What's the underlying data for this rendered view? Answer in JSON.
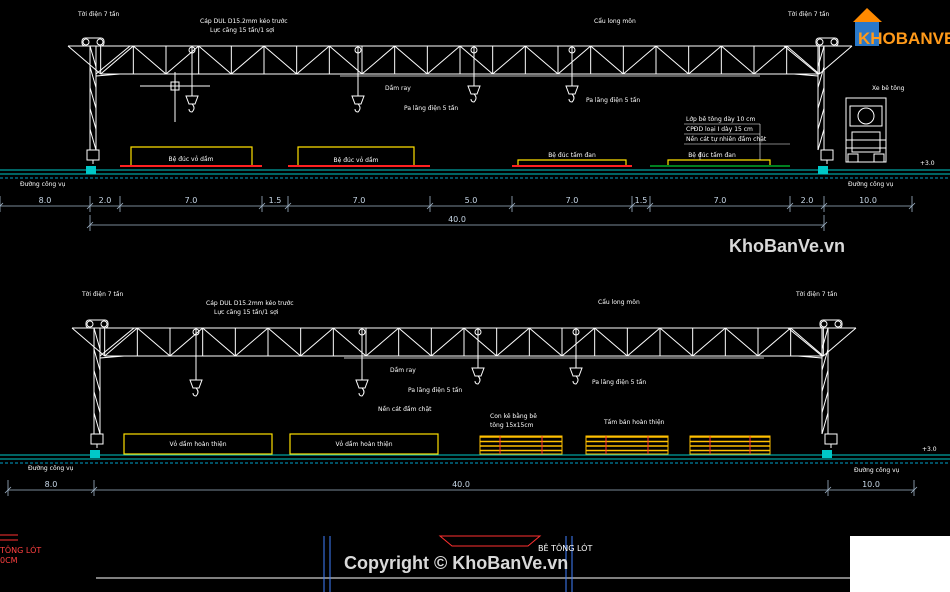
{
  "top": {
    "labels": {
      "hoist_left": "Tời điện 7 tấn",
      "hoist_right": "Tời điện 7 tấn",
      "cable": "Cáp DUL D15.2mm kéo trước",
      "force": "Lực căng 15 tấn/1 sợi",
      "crane": "Cẩu long môn",
      "rail_beam": "Dầm ray",
      "pulley_left": "Pa lăng điện 5 tấn",
      "pulley_right": "Pa lăng điện 5 tấn",
      "truck": "Xe bê tông",
      "concrete_layer": "Lớp bê tông dày 10 cm",
      "cpdd": "CPĐD loại I dày 15 cm",
      "soil": "Nền cát tự nhiên đầm chặt",
      "bed1": "Bệ đúc vỏ dầm",
      "bed2": "Bệ đúc vỏ dầm",
      "bed3": "Bệ đúc tấm đan",
      "bed4": "Bệ đúc tấm đan",
      "road_left": "Đường công vụ",
      "road_right": "Đường công vụ",
      "elevation": "+3.0"
    },
    "dims": [
      "8.0",
      "2.0",
      "7.0",
      "1.5",
      "7.0",
      "5.0",
      "7.0",
      "1.5",
      "7.0",
      "2.0",
      "10.0"
    ],
    "total": "40.0"
  },
  "bottom": {
    "labels": {
      "hoist_left": "Tời điện 7 tấn",
      "hoist_right": "Tời điện 7 tấn",
      "cable": "Cáp DUL D15.2mm kéo trước",
      "force": "Lực căng 15 tấn/1 sợi",
      "crane": "Cẩu long môn",
      "rail_beam": "Dầm ray",
      "pulley_left": "Pa lăng điện 5 tấn",
      "pulley_right": "Pa lăng điện 5 tấn",
      "soil": "Nền cát đầm chặt",
      "sleeper": "Con kê bằng bê",
      "sleeper2": "tông 15x15cm",
      "slab": "Tấm bản hoàn thiện",
      "shell1": "Vỏ dầm hoàn thiện",
      "shell2": "Vỏ dầm hoàn thiện",
      "road_left": "Đường công vụ",
      "road_right": "Đường công vụ",
      "elevation": "+3.0"
    },
    "dims": [
      "8.0",
      "40.0",
      "10.0"
    ]
  },
  "section": {
    "left_label_1": "TÔNG LÓT",
    "left_label_2": "0CM",
    "mid_label": "BÊ TÔNG LÓT"
  },
  "watermark": {
    "logo_text": "KHOBANVE",
    "site": "KhoBanVe.vn",
    "copyright": "Copyright © KhoBanVe.vn"
  },
  "colors": {
    "truss": "#ffffff",
    "ground": "#00c8c8",
    "dim": "#a0b4c8",
    "bed": "#ffe000",
    "bed_red": "#ff2020",
    "slab": "#ffc000",
    "green": "#00ff40",
    "section": "#ff3030"
  }
}
